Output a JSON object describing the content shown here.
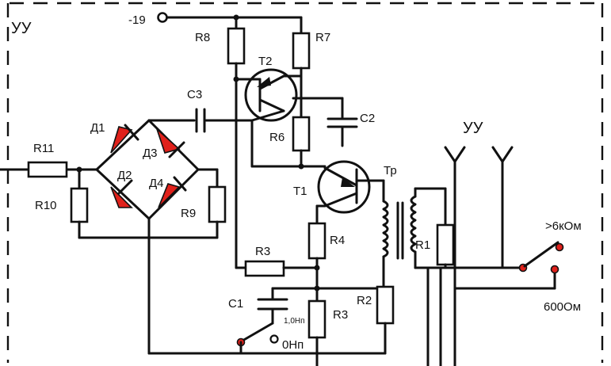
{
  "block_label": "УУ",
  "supply_label": "-19",
  "output_label": "УУ",
  "transformer_label": "Тр",
  "resistors": [
    "R1",
    "R2",
    "R3",
    "R3",
    "R4",
    "R6",
    "R7",
    "R8",
    "R9",
    "R10",
    "R11"
  ],
  "capacitors": [
    "C1",
    "C2",
    "C3"
  ],
  "c1_value": "1,0Нп",
  "diodes": [
    "Д1",
    "Д2",
    "Д3",
    "Д4"
  ],
  "transistors": [
    "T1",
    "T2"
  ],
  "switch_c1_label": "0Нп",
  "switch_out_high": ">6кОм",
  "switch_out_low": "600Ом",
  "colors": {
    "line": "#111111",
    "diode": "#e0211b",
    "contact": "#e0211b",
    "background": "#ffffff"
  }
}
